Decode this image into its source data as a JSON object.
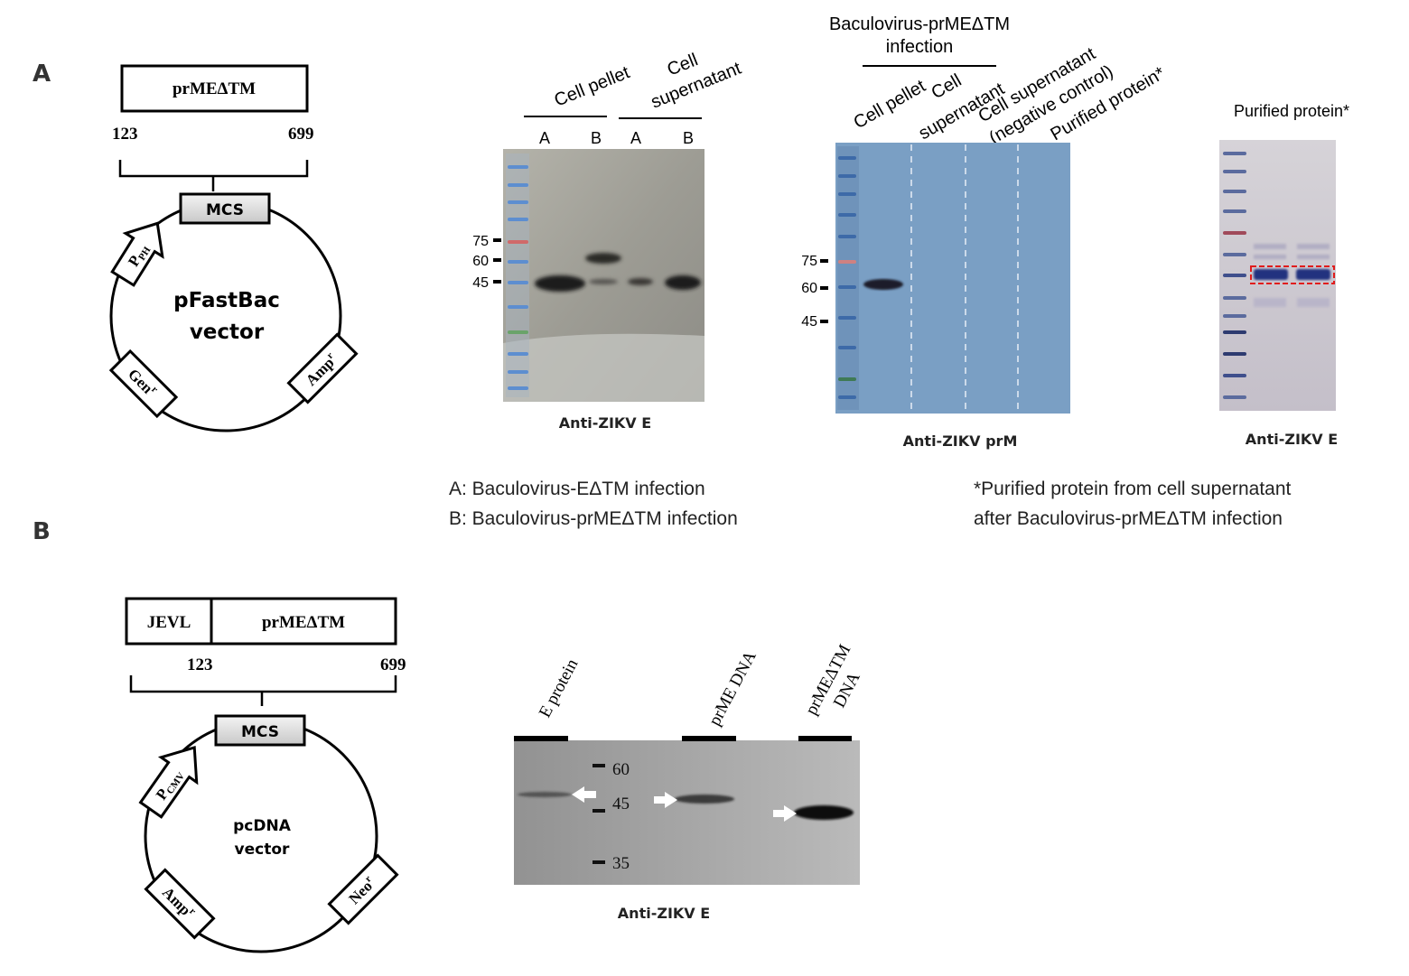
{
  "panel_a": {
    "label": "A",
    "construct": {
      "insert": "prMEΔTM",
      "start": "123",
      "end": "699"
    },
    "vector": {
      "mcs": "MCS",
      "promoter": "P",
      "promoter_sub": "PH",
      "name_line1": "pFastBac",
      "name_line2": "vector",
      "marker1": "Gen",
      "marker1_sup": "r",
      "marker2": "Amp",
      "marker2_sup": "r"
    },
    "blot1": {
      "group1": "Cell pellet",
      "group2_line1": "Cell",
      "group2_line2": "supernatant",
      "lanes": [
        "A",
        "B",
        "A",
        "B"
      ],
      "markers": [
        "75",
        "60",
        "45"
      ],
      "caption": "Anti-ZIKV E"
    },
    "blot2": {
      "header_line1": "Baculovirus-prMEΔTM",
      "header_line2": "infection",
      "lane1": "Cell pellet",
      "lane2_line1": "Cell",
      "lane2_line2": "supernatant",
      "lane3_line1": "Cell supernatant",
      "lane3_line2": "(negative control)",
      "lane4": "Purified protein*",
      "markers": [
        "75",
        "60",
        "45"
      ],
      "caption": "Anti-ZIKV prM"
    },
    "blot3": {
      "title": "Purified protein*",
      "caption": "Anti-ZIKV E",
      "box_color": "#e01c1c"
    },
    "legend_left": [
      "A: Baculovirus-EΔTM infection",
      "B: Baculovirus-prMEΔTM infection"
    ],
    "legend_right": [
      "*Purified protein from cell supernatant",
      "after Baculovirus-prMEΔTM infection"
    ]
  },
  "panel_b": {
    "label": "B",
    "construct": {
      "leader": "JEVL",
      "insert": "prMEΔTM",
      "start": "123",
      "end": "699"
    },
    "vector": {
      "mcs": "MCS",
      "promoter": "P",
      "promoter_sub": "CMV",
      "name_line1": "pcDNA",
      "name_line2": "vector",
      "marker1": "Amp",
      "marker1_sup": "r",
      "marker2": "Neo",
      "marker2_sup": "r"
    },
    "blot": {
      "lane1": "E protein",
      "lane2": "prME DNA",
      "lane3_line1": "prMEΔTM",
      "lane3_line2": "DNA",
      "markers": [
        "60",
        "45",
        "35"
      ],
      "caption": "Anti-ZIKV E"
    }
  }
}
